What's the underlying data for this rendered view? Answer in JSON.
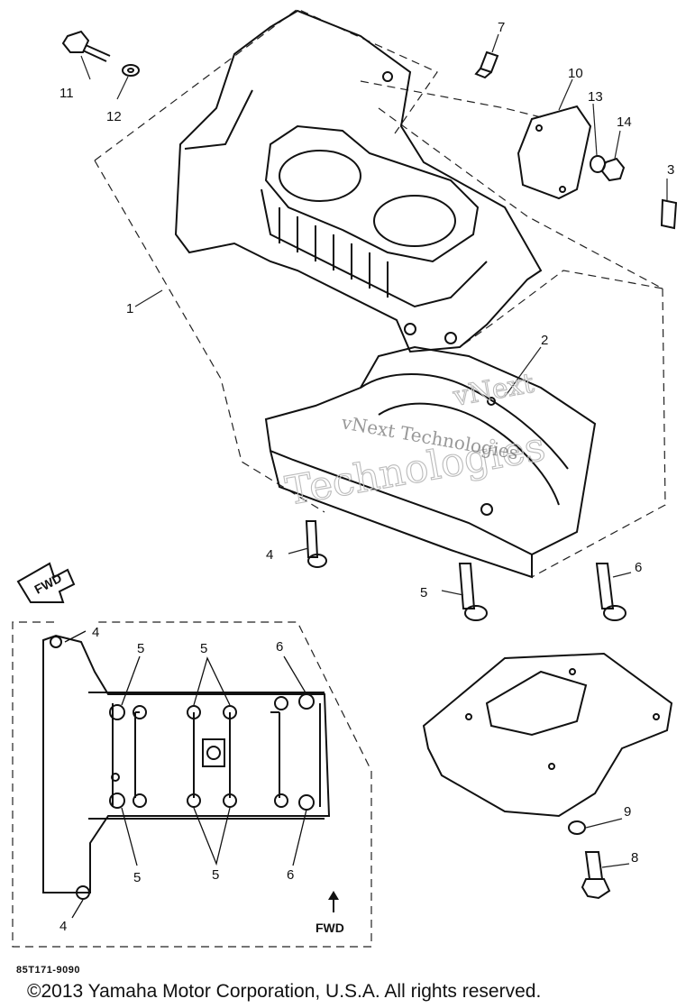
{
  "callouts": {
    "c1": "1",
    "c2": "2",
    "c3": "3",
    "c4a": "4",
    "c4b": "4",
    "c4c": "4",
    "c5a": "5",
    "c5b": "5",
    "c5c": "5",
    "c5d": "5",
    "c5e": "5",
    "c6a": "6",
    "c6b": "6",
    "c6c": "6",
    "c7": "7",
    "c8": "8",
    "c9": "9",
    "c10": "10",
    "c11": "11",
    "c12": "12",
    "c13": "13",
    "c14": "14"
  },
  "fwd_arrow_label": "FWD",
  "fwd_bottom_label": "FWD",
  "watermark": {
    "line1": "vNext",
    "line2": "Technologies",
    "line3": "vNext Technologies"
  },
  "part_code": "85T171-9090",
  "copyright": "©2013 Yamaha Motor Corporation, U.S.A. All rights reserved."
}
